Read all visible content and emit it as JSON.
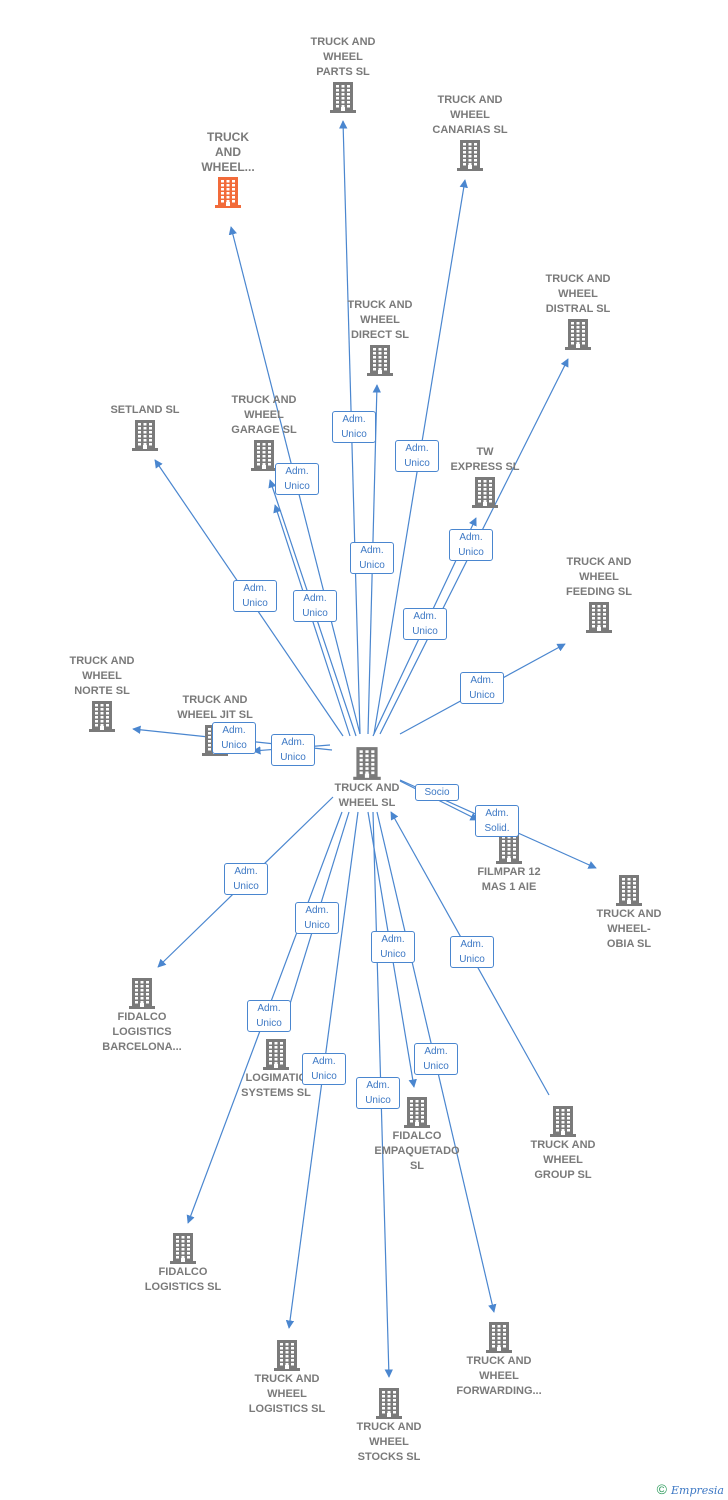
{
  "colors": {
    "edge": "#4a86cf",
    "building": "#7a7a7a",
    "focus": "#f26b3a",
    "label": "#7a7a7a",
    "badge": "#3d78c4"
  },
  "nodes": [
    {
      "id": "center",
      "label": "TRUCK AND\nWHEEL SL"
    },
    {
      "id": "focus",
      "label": "TRUCK\nAND\nWHEEL..."
    },
    {
      "id": "parts",
      "label": "TRUCK AND\nWHEEL\nPARTS SL"
    },
    {
      "id": "canarias",
      "label": "TRUCK AND\nWHEEL\nCANARIAS  SL"
    },
    {
      "id": "distral",
      "label": "TRUCK AND\nWHEEL\nDISTRAL  SL"
    },
    {
      "id": "direct",
      "label": "TRUCK AND\nWHEEL\nDIRECT  SL"
    },
    {
      "id": "setland",
      "label": "SETLAND SL"
    },
    {
      "id": "garage",
      "label": "TRUCK AND\nWHEEL\nGARAGE  SL"
    },
    {
      "id": "tw",
      "label": "TW\nEXPRESS SL"
    },
    {
      "id": "feeding",
      "label": "TRUCK AND\nWHEEL\nFEEDING  SL"
    },
    {
      "id": "norte",
      "label": "TRUCK AND\nWHEEL\nNORTE  SL"
    },
    {
      "id": "jit",
      "label": "TRUCK AND\nWHEEL JIT  SL"
    },
    {
      "id": "filmpar",
      "label": "FILMPAR 12\nMAS 1 AIE"
    },
    {
      "id": "obia",
      "label": "TRUCK AND\nWHEEL-\nOBIA SL"
    },
    {
      "id": "fidalco_bcn",
      "label": "FIDALCO\nLOGISTICS\nBARCELONA..."
    },
    {
      "id": "logimatic",
      "label": "LOGIMATIC\nSYSTEMS  SL"
    },
    {
      "id": "fidalco_emp",
      "label": "FIDALCO\nEMPAQUETADO\nSL"
    },
    {
      "id": "group",
      "label": "TRUCK AND\nWHEEL\nGROUP  SL"
    },
    {
      "id": "fidalco_log",
      "label": "FIDALCO\nLOGISTICS SL"
    },
    {
      "id": "forwarding",
      "label": "TRUCK AND\nWHEEL\nFORWARDING..."
    },
    {
      "id": "logistics",
      "label": "TRUCK AND\nWHEEL\nLOGISTICS SL"
    },
    {
      "id": "stocks",
      "label": "TRUCK AND\nWHEEL\nSTOCKS SL"
    }
  ],
  "edges": [
    {
      "from": "center",
      "to": "focus",
      "badge": ""
    },
    {
      "from": "center",
      "to": "parts",
      "badge": "Adm.\nUnico"
    },
    {
      "from": "center",
      "to": "canarias",
      "badge": "Adm.\nUnico"
    },
    {
      "from": "center",
      "to": "distral",
      "badge": "Adm.\nUnico"
    },
    {
      "from": "center",
      "to": "direct",
      "badge": "Adm.\nUnico"
    },
    {
      "from": "center",
      "to": "setland",
      "badge": "Adm.\nUnico"
    },
    {
      "from": "center",
      "to": "garage",
      "badge": "Adm.\nUnico"
    },
    {
      "from": "center",
      "to": "garage",
      "badge": "Adm.\nUnico"
    },
    {
      "from": "center",
      "to": "tw",
      "badge": "Adm.\nUnico"
    },
    {
      "from": "center",
      "to": "feeding",
      "badge": "Adm.\nUnico"
    },
    {
      "from": "center",
      "to": "norte",
      "badge": "Adm.\nUnico"
    },
    {
      "from": "center",
      "to": "jit",
      "badge": "Adm.\nUnico"
    },
    {
      "from": "center",
      "to": "filmpar",
      "badge": "Socio"
    },
    {
      "from": "center",
      "to": "obia",
      "badge": "Adm.\nSolid."
    },
    {
      "from": "center",
      "to": "fidalco_bcn",
      "badge": "Adm.\nUnico"
    },
    {
      "from": "center",
      "to": "logimatic",
      "badge": "Adm.\nUnico"
    },
    {
      "from": "center",
      "to": "fidalco_emp",
      "badge": "Adm.\nUnico"
    },
    {
      "from": "group",
      "to": "center",
      "badge": "Adm.\nUnico"
    },
    {
      "from": "center",
      "to": "fidalco_log",
      "badge": "Adm.\nUnico"
    },
    {
      "from": "center",
      "to": "forwarding",
      "badge": "Adm.\nUnico"
    },
    {
      "from": "center",
      "to": "logistics",
      "badge": "Adm.\nUnico"
    },
    {
      "from": "center",
      "to": "stocks",
      "badge": "Adm.\nUnico"
    }
  ],
  "footer": {
    "copyright": "©",
    "brand": "Empresia"
  }
}
